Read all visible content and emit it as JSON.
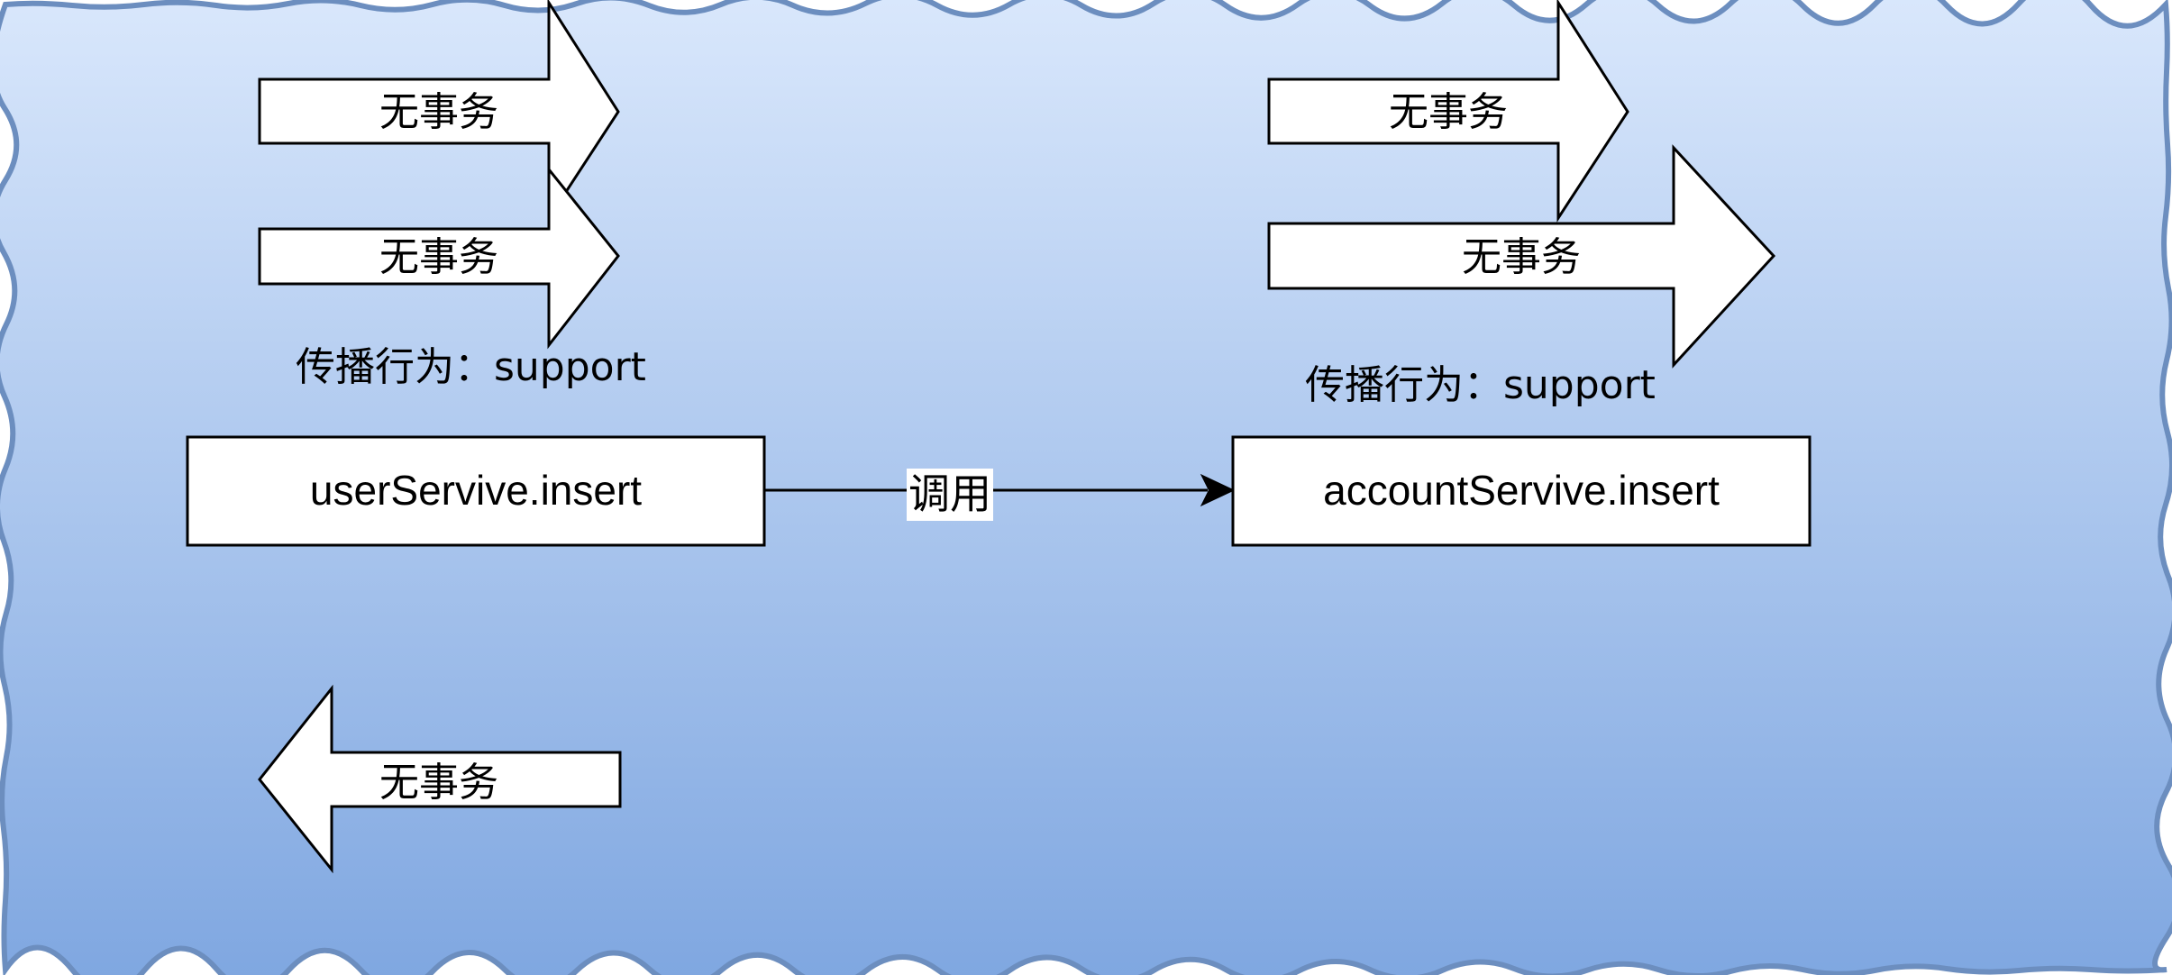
{
  "diagram": {
    "colors": {
      "background_top": "#dae8fc",
      "background_bottom": "#7ea6e0",
      "border": "#6c8ebf",
      "shape_fill": "#ffffff",
      "stroke": "#000000"
    },
    "left": {
      "arrow_top_label": "无事务",
      "arrow_bottom_label": "无事务",
      "propagation_label": "传播行为：support",
      "service_label": "userServive.insert",
      "return_arrow_label": "无事务"
    },
    "right": {
      "arrow_top_label": "无事务",
      "arrow_bottom_label": "无事务",
      "propagation_label": "传播行为：support",
      "service_label": "accountServive.insert"
    },
    "connector": {
      "label": "调用"
    }
  }
}
